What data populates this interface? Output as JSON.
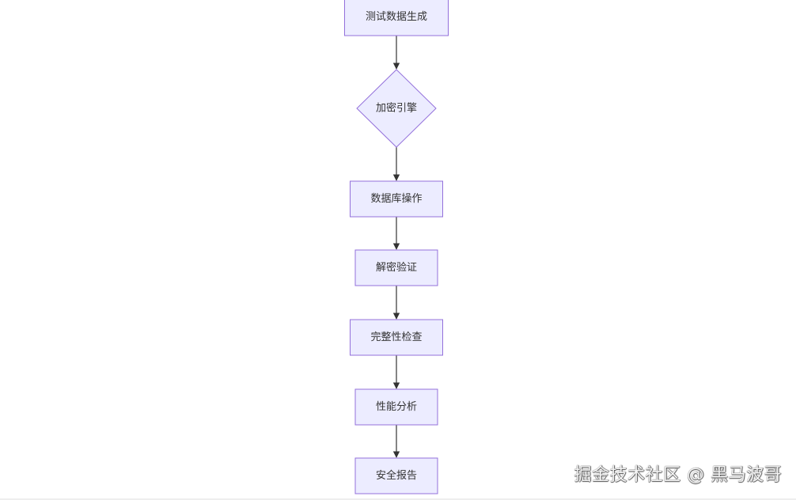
{
  "diagram": {
    "nodes": [
      {
        "id": "n1",
        "label": "测试数据生成",
        "shape": "rect"
      },
      {
        "id": "n2",
        "label": "加密引擎",
        "shape": "diamond"
      },
      {
        "id": "n3",
        "label": "数据库操作",
        "shape": "rect"
      },
      {
        "id": "n4",
        "label": "解密验证",
        "shape": "rect"
      },
      {
        "id": "n5",
        "label": "完整性检查",
        "shape": "rect"
      },
      {
        "id": "n6",
        "label": "性能分析",
        "shape": "rect"
      },
      {
        "id": "n7",
        "label": "安全报告",
        "shape": "rect"
      }
    ],
    "edges": [
      {
        "from": "n1",
        "to": "n2"
      },
      {
        "from": "n2",
        "to": "n3"
      },
      {
        "from": "n3",
        "to": "n4"
      },
      {
        "from": "n4",
        "to": "n5"
      },
      {
        "from": "n5",
        "to": "n6"
      },
      {
        "from": "n6",
        "to": "n7"
      }
    ],
    "colors": {
      "node_fill": "#ECECFF",
      "node_stroke": "#9370DB",
      "edge": "#333333",
      "text": "#333333"
    }
  },
  "watermark": {
    "text": "掘金技术社区 @ 黑马波哥"
  }
}
